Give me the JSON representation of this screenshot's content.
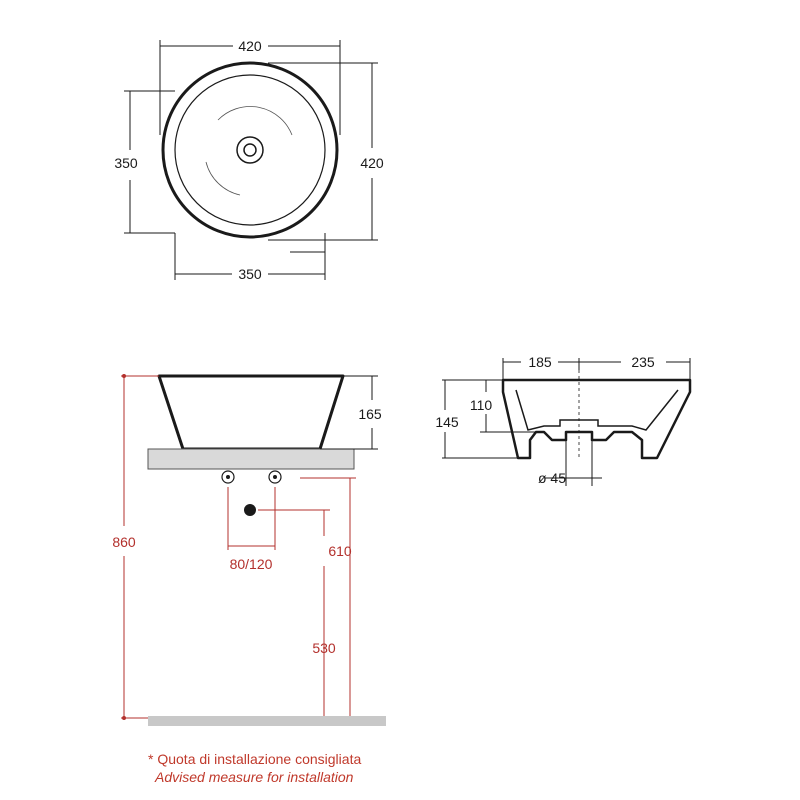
{
  "top_view": {
    "width_top": "420",
    "height_right": "420",
    "height_left": "350",
    "width_bottom": "350"
  },
  "side_view": {
    "bowl_height": "165",
    "total_height": "860",
    "tap_spacing": "80/120",
    "drain_height": "610",
    "counter_height": "530"
  },
  "section_view": {
    "left_width": "185",
    "right_width": "235",
    "height_outer": "145",
    "height_inner": "110",
    "drain_diameter": "ø 45"
  },
  "note": {
    "italian": "* Quota di installazione consigliata",
    "english": "Advised measure for installation"
  },
  "colors": {
    "line": "#1a1a1a",
    "accent_red": "#b3302c",
    "counter_fill": "#d9d9d9",
    "floor_fill": "#c8c8c8"
  }
}
